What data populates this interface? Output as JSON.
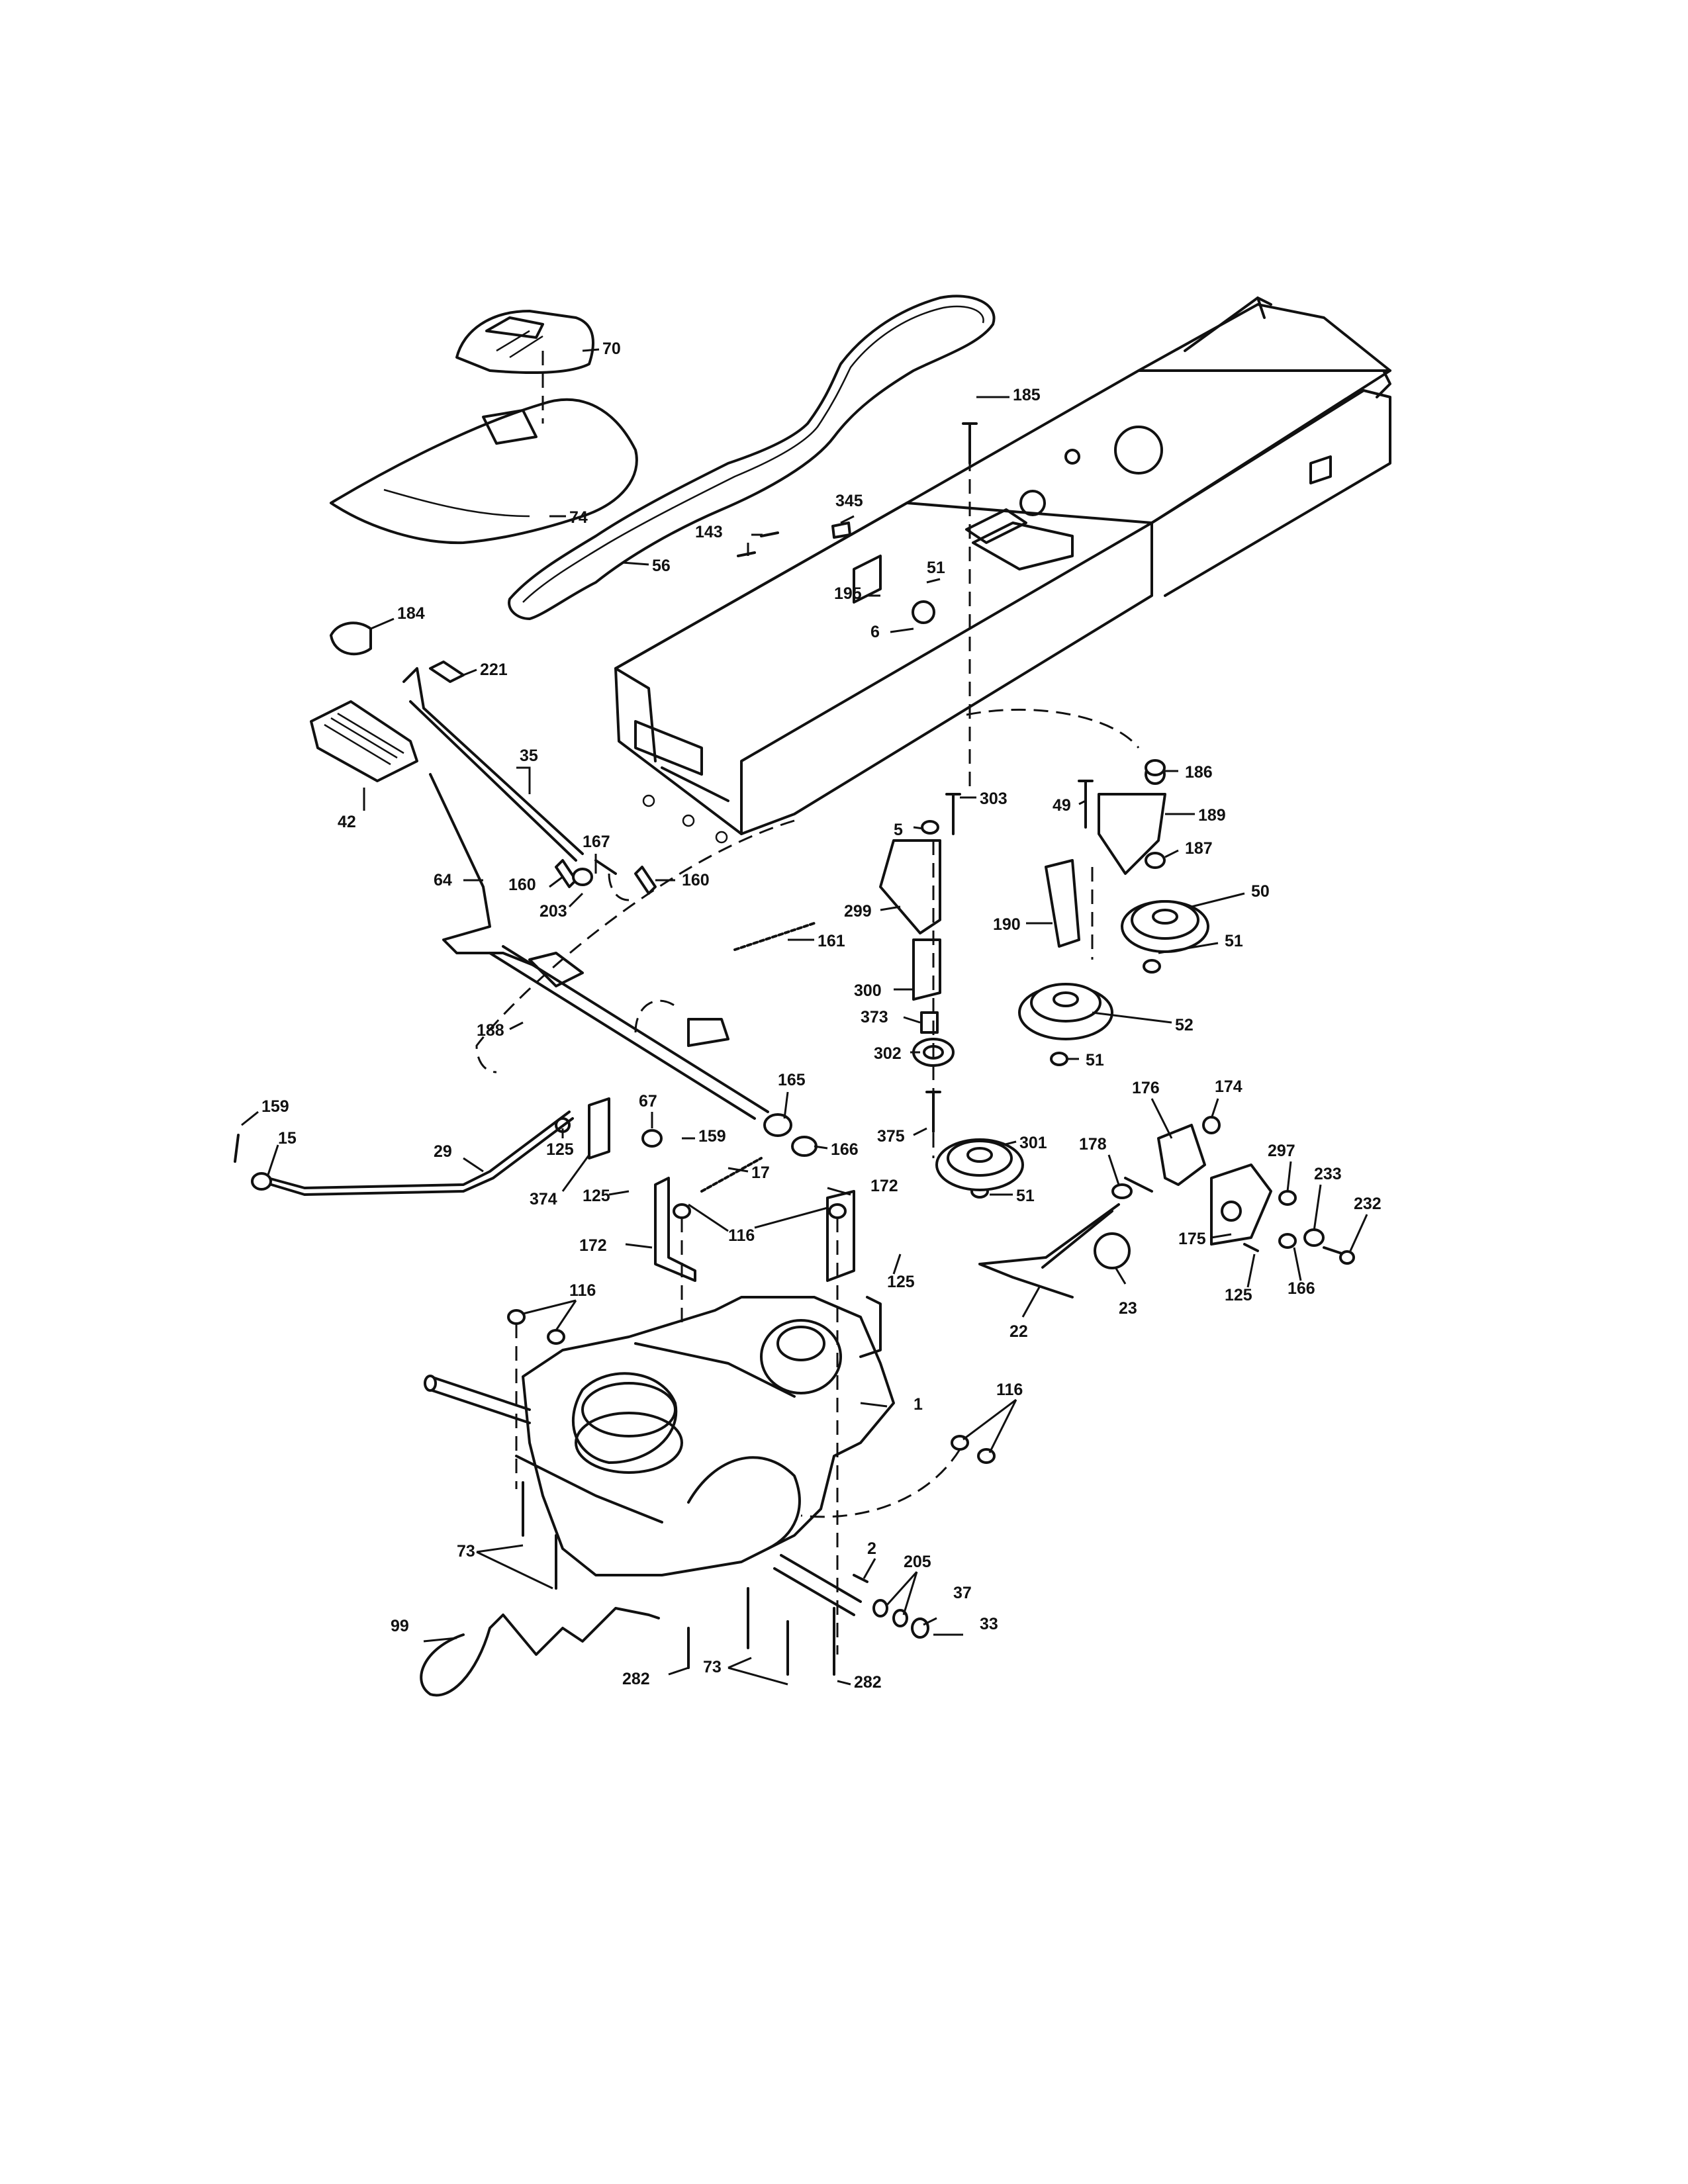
{
  "callouts": [
    {
      "id": "c70",
      "label": "70"
    },
    {
      "id": "c74",
      "label": "74"
    },
    {
      "id": "c56",
      "label": "56"
    },
    {
      "id": "c185",
      "label": "185"
    },
    {
      "id": "c345",
      "label": "345"
    },
    {
      "id": "c143",
      "label": "143"
    },
    {
      "id": "c51a",
      "label": "51"
    },
    {
      "id": "c195",
      "label": "195"
    },
    {
      "id": "c6",
      "label": "6"
    },
    {
      "id": "c184",
      "label": "184"
    },
    {
      "id": "c221",
      "label": "221"
    },
    {
      "id": "c35",
      "label": "35"
    },
    {
      "id": "c42",
      "label": "42"
    },
    {
      "id": "c167",
      "label": "167"
    },
    {
      "id": "c64",
      "label": "64"
    },
    {
      "id": "c160a",
      "label": "160"
    },
    {
      "id": "c160b",
      "label": "160"
    },
    {
      "id": "c203",
      "label": "203"
    },
    {
      "id": "c161",
      "label": "161"
    },
    {
      "id": "c303",
      "label": "303"
    },
    {
      "id": "c5",
      "label": "5"
    },
    {
      "id": "c49",
      "label": "49"
    },
    {
      "id": "c186",
      "label": "186"
    },
    {
      "id": "c189",
      "label": "189"
    },
    {
      "id": "c187",
      "label": "187"
    },
    {
      "id": "c50",
      "label": "50"
    },
    {
      "id": "c51b",
      "label": "51"
    },
    {
      "id": "c190",
      "label": "190"
    },
    {
      "id": "c299",
      "label": "299"
    },
    {
      "id": "c300",
      "label": "300"
    },
    {
      "id": "c373",
      "label": "373"
    },
    {
      "id": "c302",
      "label": "302"
    },
    {
      "id": "c52",
      "label": "52"
    },
    {
      "id": "c51c",
      "label": "51"
    },
    {
      "id": "c188",
      "label": "188"
    },
    {
      "id": "c165",
      "label": "165"
    },
    {
      "id": "c375",
      "label": "375"
    },
    {
      "id": "c166a",
      "label": "166"
    },
    {
      "id": "c301",
      "label": "301"
    },
    {
      "id": "c51d",
      "label": "51"
    },
    {
      "id": "c159a",
      "label": "159"
    },
    {
      "id": "c15",
      "label": "15"
    },
    {
      "id": "c29",
      "label": "29"
    },
    {
      "id": "c125a",
      "label": "125"
    },
    {
      "id": "c67",
      "label": "67"
    },
    {
      "id": "c159b",
      "label": "159"
    },
    {
      "id": "c374",
      "label": "374"
    },
    {
      "id": "c125b",
      "label": "125"
    },
    {
      "id": "c17",
      "label": "17"
    },
    {
      "id": "c172a",
      "label": "172"
    },
    {
      "id": "c172b",
      "label": "172"
    },
    {
      "id": "c116a",
      "label": "116"
    },
    {
      "id": "c125c",
      "label": "125"
    },
    {
      "id": "c176",
      "label": "176"
    },
    {
      "id": "c174",
      "label": "174"
    },
    {
      "id": "c178",
      "label": "178"
    },
    {
      "id": "c297",
      "label": "297"
    },
    {
      "id": "c233",
      "label": "233"
    },
    {
      "id": "c232",
      "label": "232"
    },
    {
      "id": "c175",
      "label": "175"
    },
    {
      "id": "c125d",
      "label": "125"
    },
    {
      "id": "c166b",
      "label": "166"
    },
    {
      "id": "c23",
      "label": "23"
    },
    {
      "id": "c22",
      "label": "22"
    },
    {
      "id": "c116b",
      "label": "116"
    },
    {
      "id": "c1",
      "label": "1"
    },
    {
      "id": "c116c",
      "label": "116"
    },
    {
      "id": "c73a",
      "label": "73"
    },
    {
      "id": "c2",
      "label": "2"
    },
    {
      "id": "c205",
      "label": "205"
    },
    {
      "id": "c37",
      "label": "37"
    },
    {
      "id": "c33",
      "label": "33"
    },
    {
      "id": "c99",
      "label": "99"
    },
    {
      "id": "c282a",
      "label": "282"
    },
    {
      "id": "c73b",
      "label": "73"
    },
    {
      "id": "c282b",
      "label": "282"
    }
  ]
}
